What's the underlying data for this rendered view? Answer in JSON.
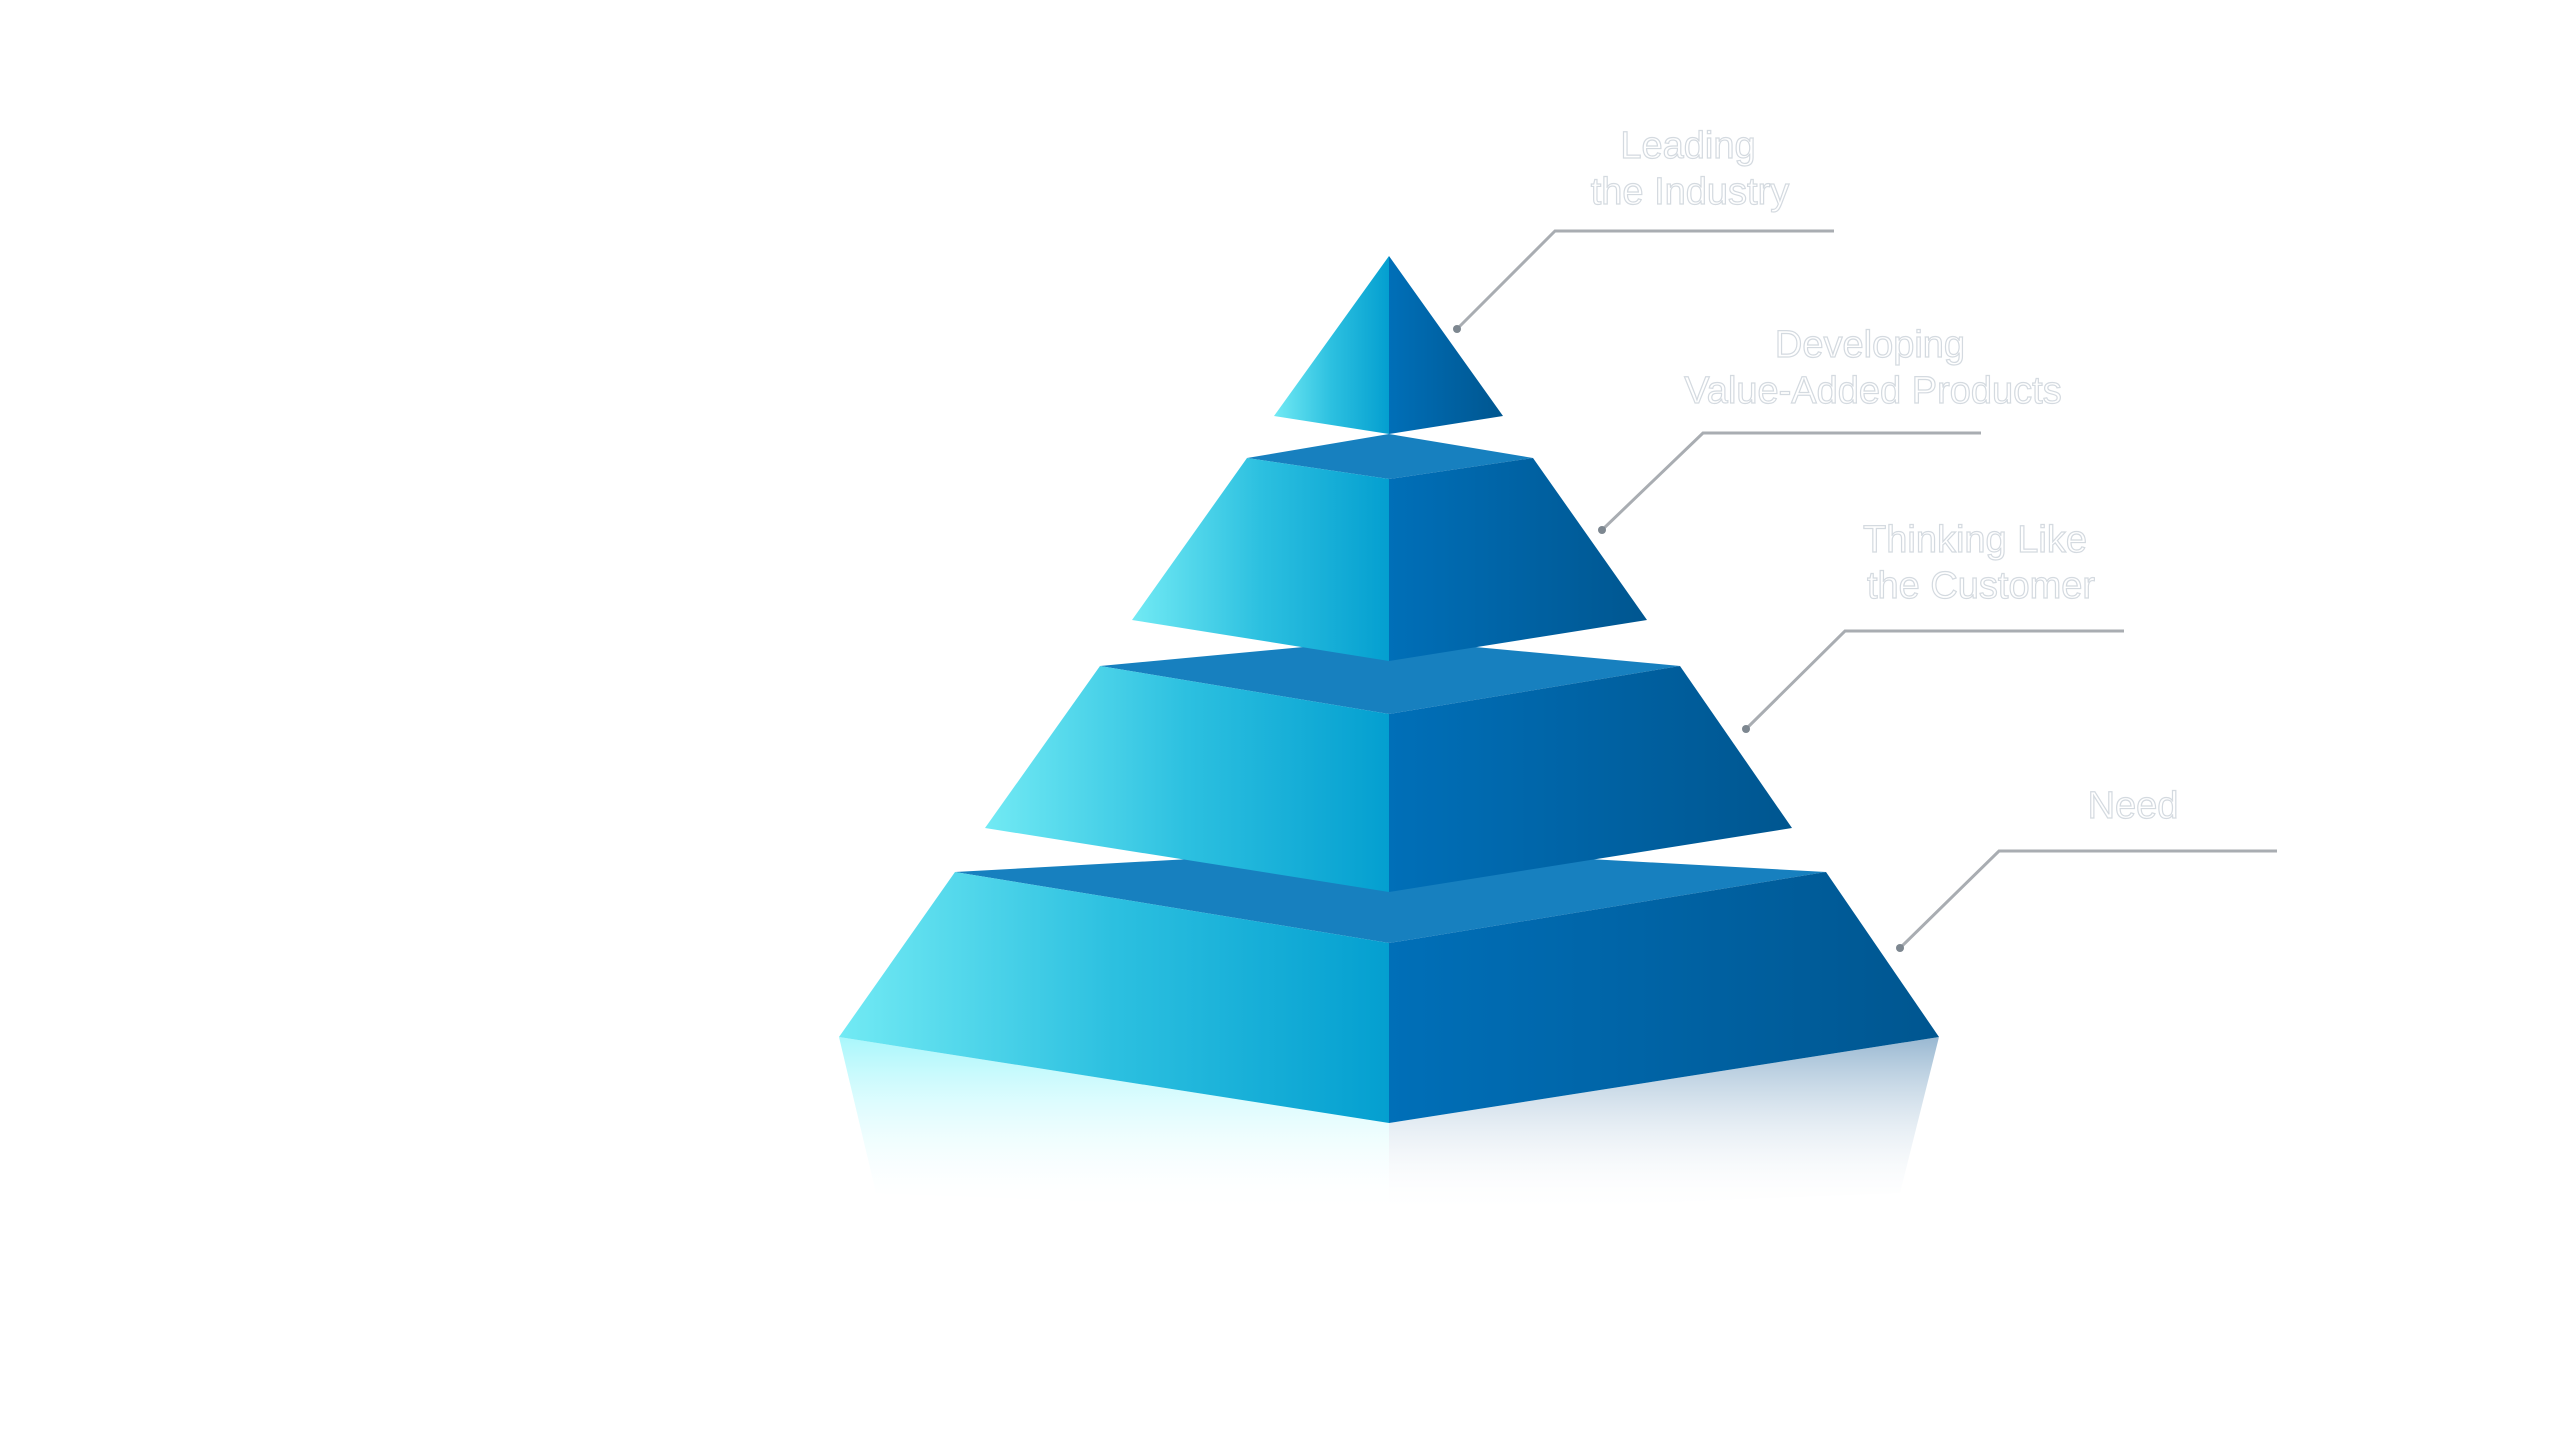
{
  "diagram": {
    "type": "pyramid",
    "levels": [
      {
        "line1": "Leading",
        "line2": "the Industry"
      },
      {
        "line1": "Developing",
        "line2": "Value-Added Products"
      },
      {
        "line1": "Thinking Like",
        "line2": "the Customer"
      },
      {
        "line1": "Need",
        "line2": ""
      }
    ],
    "colors": {
      "light": "#6fe8f3",
      "mid": "#06a9d6",
      "dark": "#0068b0",
      "darkest": "#005590",
      "top": "#1580c0"
    }
  }
}
